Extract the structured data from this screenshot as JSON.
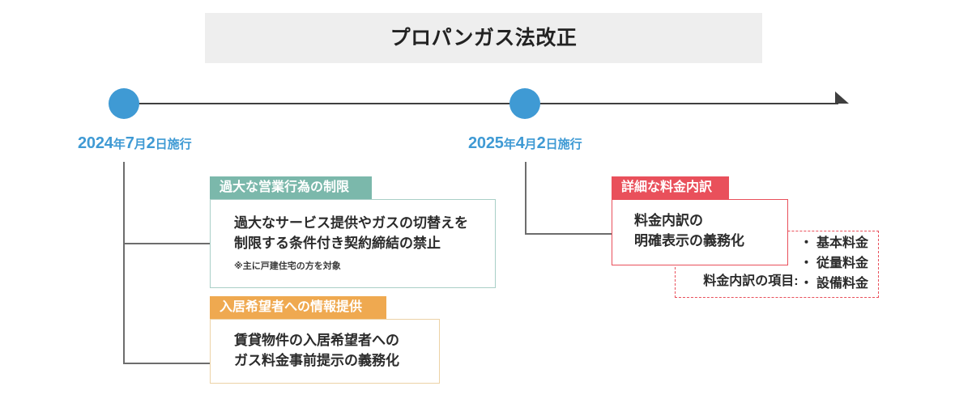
{
  "title": {
    "text": "プロパンガス法改正"
  },
  "timeline": {
    "arrow_icon": "arrow-right-icon",
    "nodes": [
      {
        "id": "node-2024",
        "year": "2024",
        "era_suffix": "年",
        "month": "7",
        "month_suffix": "月",
        "day": "2",
        "day_suffix": "日施行",
        "full_label": "2024年7月2日施行",
        "color": "#3f9ad4"
      },
      {
        "id": "node-2025",
        "year": "2025",
        "era_suffix": "年",
        "month": "4",
        "month_suffix": "月",
        "day": "2",
        "day_suffix": "日施行",
        "full_label": "2025年4月2日施行",
        "color": "#3f9ad4"
      }
    ]
  },
  "cards": [
    {
      "id": "card-restriction",
      "tab_label": "過大な営業行為の制限",
      "body_text": "過大なサービス提供やガスの切替えを\n制限する条件付き契約締結の禁止",
      "note": "※主に戸建住宅の方を対象",
      "accent_color": "#7bb8ab"
    },
    {
      "id": "card-tenant-info",
      "tab_label": "入居希望者への情報提供",
      "body_text": "賃貸物件の入居希望者への\nガス料金事前提示の義務化",
      "note": "",
      "accent_color": "#efa950"
    },
    {
      "id": "card-fee-breakdown",
      "tab_label": "詳細な料金内訳",
      "body_text": "料金内訳の\n明確表示の義務化",
      "note": "",
      "accent_color": "#e9505b"
    }
  ],
  "callout": {
    "label": "料金内訳の項目:",
    "items": [
      "・ 基本料金",
      "・ 従量料金",
      "・ 設備料金"
    ],
    "border_color": "#e9505b"
  },
  "colors": {
    "banner_bg": "#eeeeee",
    "axis": "#3f3f3f",
    "connector": "#6d6d6d",
    "blue": "#3f9ad4",
    "teal": "#7bb8ab",
    "orange": "#efa950",
    "red": "#e9505b",
    "text": "#2b2b2b"
  }
}
